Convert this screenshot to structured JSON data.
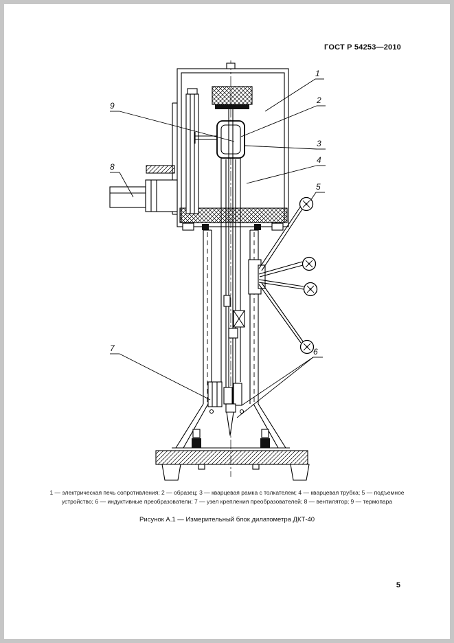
{
  "page": {
    "header_title": "ГОСТ Р 54253—2010",
    "page_number": "5"
  },
  "figure": {
    "callouts": [
      {
        "label": "1"
      },
      {
        "label": "2"
      },
      {
        "label": "3"
      },
      {
        "label": "4"
      },
      {
        "label": "5"
      },
      {
        "label": "6"
      },
      {
        "label": "7"
      },
      {
        "label": "8"
      },
      {
        "label": "9"
      }
    ],
    "legend_lines": [
      "1 — электрическая печь сопротивления; 2 — образец; 3 — кварцевая рамка с толкателем; 4 — кварцевая трубка; 5 — подъемное",
      "устройство; 6 — индуктивные преобразователи; 7 — узел крепления преобразователей; 8 — вентилятор; 9 — термопара"
    ],
    "caption": "Рисунок  А.1 — Измерительный блок дилатометра ДКТ-40"
  },
  "colors": {
    "ink": "#111111",
    "page_margin": "#c6c6c6",
    "paper": "#ffffff"
  }
}
